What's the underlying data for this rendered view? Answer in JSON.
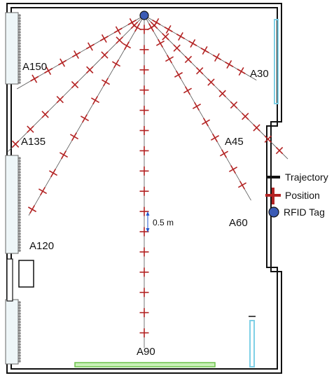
{
  "trajectories": [
    {
      "name": "A30",
      "angle_deg": 30
    },
    {
      "name": "A45",
      "angle_deg": 45
    },
    {
      "name": "A60",
      "angle_deg": 60
    },
    {
      "name": "A90",
      "angle_deg": 90
    },
    {
      "name": "A120",
      "angle_deg": 120
    },
    {
      "name": "A135",
      "angle_deg": 135
    },
    {
      "name": "A150",
      "angle_deg": 150
    }
  ],
  "spacing_label": "0.5 m",
  "legend": {
    "trajectory": "Trajectory",
    "position": "Position",
    "rfid_tag": "RFID Tag"
  },
  "colors": {
    "trajectory": "#555555",
    "position": "#b22222",
    "tag_fill": "#3b5bb5",
    "wall": "#111111",
    "window": "#7fd0e6",
    "floor_strip": "#8fd67a",
    "arrow": "#2255cc"
  }
}
